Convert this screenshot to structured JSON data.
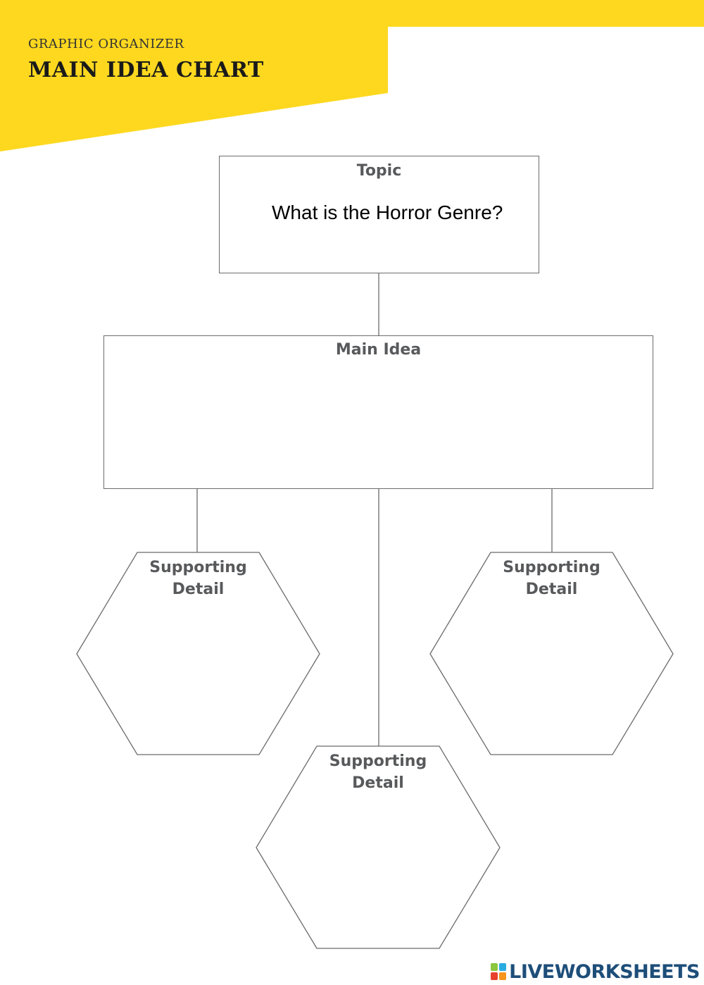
{
  "header": {
    "subtitle": "GRAPHIC ORGANIZER",
    "title": "MAIN IDEA CHART"
  },
  "topic": {
    "label": "Topic",
    "answer": "What is the Horror Genre?"
  },
  "main_idea": {
    "label": "Main Idea",
    "answer": ""
  },
  "supporting_details": [
    {
      "label": "Supporting\nDetail",
      "answer": ""
    },
    {
      "label": "Supporting\nDetail",
      "answer": ""
    },
    {
      "label": "Supporting\nDetail",
      "answer": ""
    }
  ],
  "footer": {
    "brand": "LIVEWORKSHEETS",
    "logo_letters": [
      "L",
      "I",
      "V",
      "E"
    ]
  },
  "colors": {
    "accent_yellow": "#fdd81f",
    "outline_gray": "#6b6b6b",
    "label_gray": "#58595b",
    "brand_blue": "#1e4e79",
    "logo_green": "#8cc63f",
    "logo_blue": "#29abe2",
    "logo_red": "#e8412c",
    "logo_orange": "#f7941d"
  }
}
